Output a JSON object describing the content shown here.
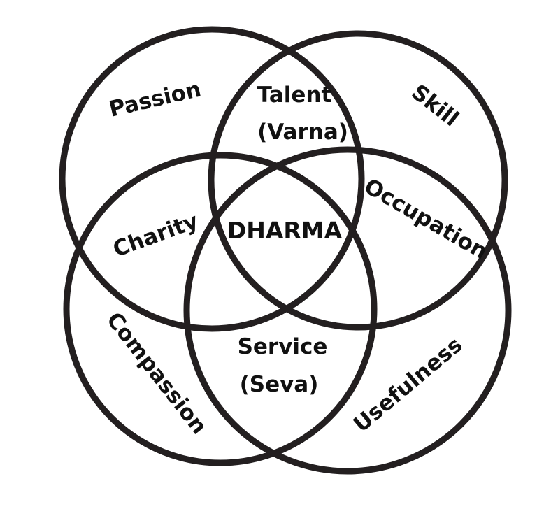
{
  "diagram": {
    "regions": {
      "passion": "Passion",
      "talent": [
        "Talent",
        "(Varna)"
      ],
      "skill": "Skill",
      "charity": "Charity",
      "center": "DHARMA",
      "occupation": "Occupation",
      "compassion": "Compassion",
      "service": [
        "Service",
        "(Seva)"
      ],
      "usefulness": "Usefulness"
    },
    "colors": {
      "stroke": "#231f20",
      "text": "#111111",
      "background": "#ffffff"
    }
  }
}
